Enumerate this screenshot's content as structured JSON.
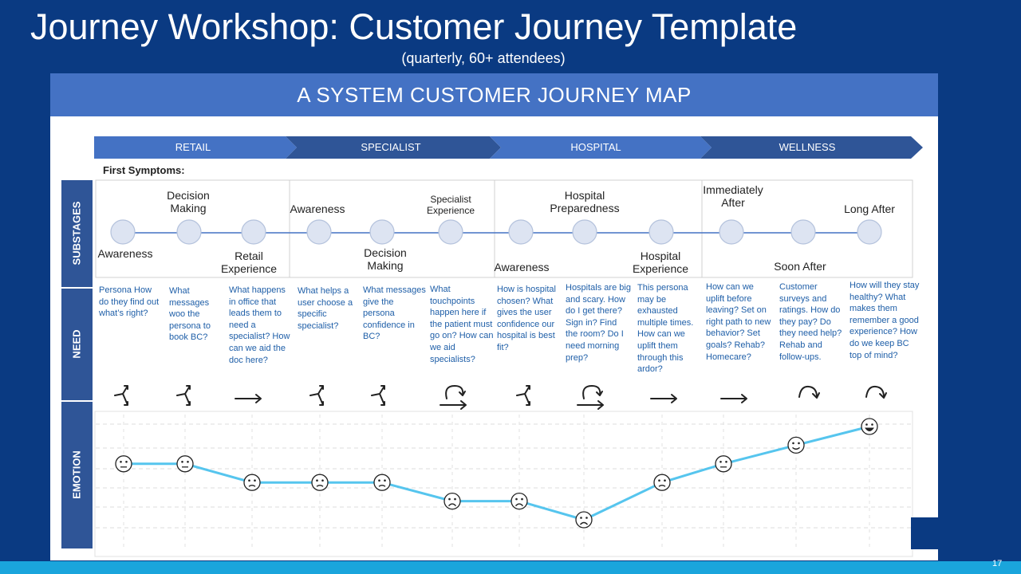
{
  "slide": {
    "title": "Journey Workshop: Customer Journey Template",
    "subtitle": "(quarterly, 60+ attendees)",
    "page_number": "17"
  },
  "map": {
    "header": "A SYSTEM CUSTOMER JOURNEY MAP",
    "first_symptoms": "First Symptoms:",
    "stages": [
      "RETAIL",
      "SPECIALIST",
      "HOSPITAL",
      "WELLNESS"
    ],
    "row_labels": {
      "substages": "SUBSTAGES",
      "need": "NEED",
      "emotion": "EMOTION"
    },
    "substages": [
      {
        "label": "Awareness"
      },
      {
        "label": "Decision Making"
      },
      {
        "label": "Retail Experience"
      },
      {
        "label": "Awareness"
      },
      {
        "label": "Decision Making"
      },
      {
        "label": "Specialist Experience"
      },
      {
        "label": "Awareness"
      },
      {
        "label": "Hospital Preparedness"
      },
      {
        "label": "Hospital Experience"
      },
      {
        "label": "Immediately After"
      },
      {
        "label": "Soon After"
      },
      {
        "label": "Long After"
      }
    ],
    "needs": [
      "Persona How do they find out what’s right?",
      "What messages woo the persona to book BC?",
      "What happens in office that leads them to need a specialist? How can we aid the doc here?",
      "What helps a user choose a specific specialist?",
      "What messages give the persona confidence in BC?",
      "What touchpoints happen here if the patient must go on? How can we aid specialists?",
      "How is hospital chosen? What gives the user confidence our hospital is best fit?",
      "Hospitals are big and scary. How do I get there? Sign in? Find the room? Do I need morning prep?",
      "This persona may be exhausted multiple times. How can we uplift them through this ardor?",
      "How can we uplift before leaving? Set on right path to new behavior? Set goals? Rehab? Homecare?",
      "Customer surveys and ratings. How do they pay? Do they need help? Rehab and follow-ups.",
      "How will they stay healthy? What makes them remember a good experience? How do we keep BC top of mind?"
    ],
    "flow_icons": [
      "branch",
      "branch",
      "arrow-right",
      "branch",
      "branch",
      "loop-arrow",
      "branch",
      "loop-arrow",
      "arrow-right",
      "arrow-right",
      "loop",
      "loop"
    ],
    "colors": {
      "header": "#4472c4",
      "stage_dark": "#2f5597",
      "stage_light": "#4472c4",
      "emotion_line": "#56c5ee",
      "need_text": "#1f5fa8",
      "row_label_bg": "#2f5597"
    }
  },
  "chart_data": {
    "type": "line",
    "x": [
      "Awareness",
      "Decision Making",
      "Retail Experience",
      "Awareness",
      "Decision Making",
      "Specialist Experience",
      "Awareness",
      "Hospital Preparedness",
      "Hospital Experience",
      "Immediately After",
      "Soon After",
      "Long After"
    ],
    "series": [
      {
        "values": [
          0,
          0,
          -1,
          -1,
          -1,
          -2,
          -2,
          -3,
          -1,
          0,
          1,
          2
        ]
      }
    ],
    "faces": [
      "neutral",
      "neutral",
      "worried",
      "worried",
      "worried",
      "sad",
      "sad",
      "sad",
      "worried",
      "neutral",
      "happy",
      "very-happy"
    ],
    "ylim": [
      -3,
      2
    ],
    "grid": true
  }
}
